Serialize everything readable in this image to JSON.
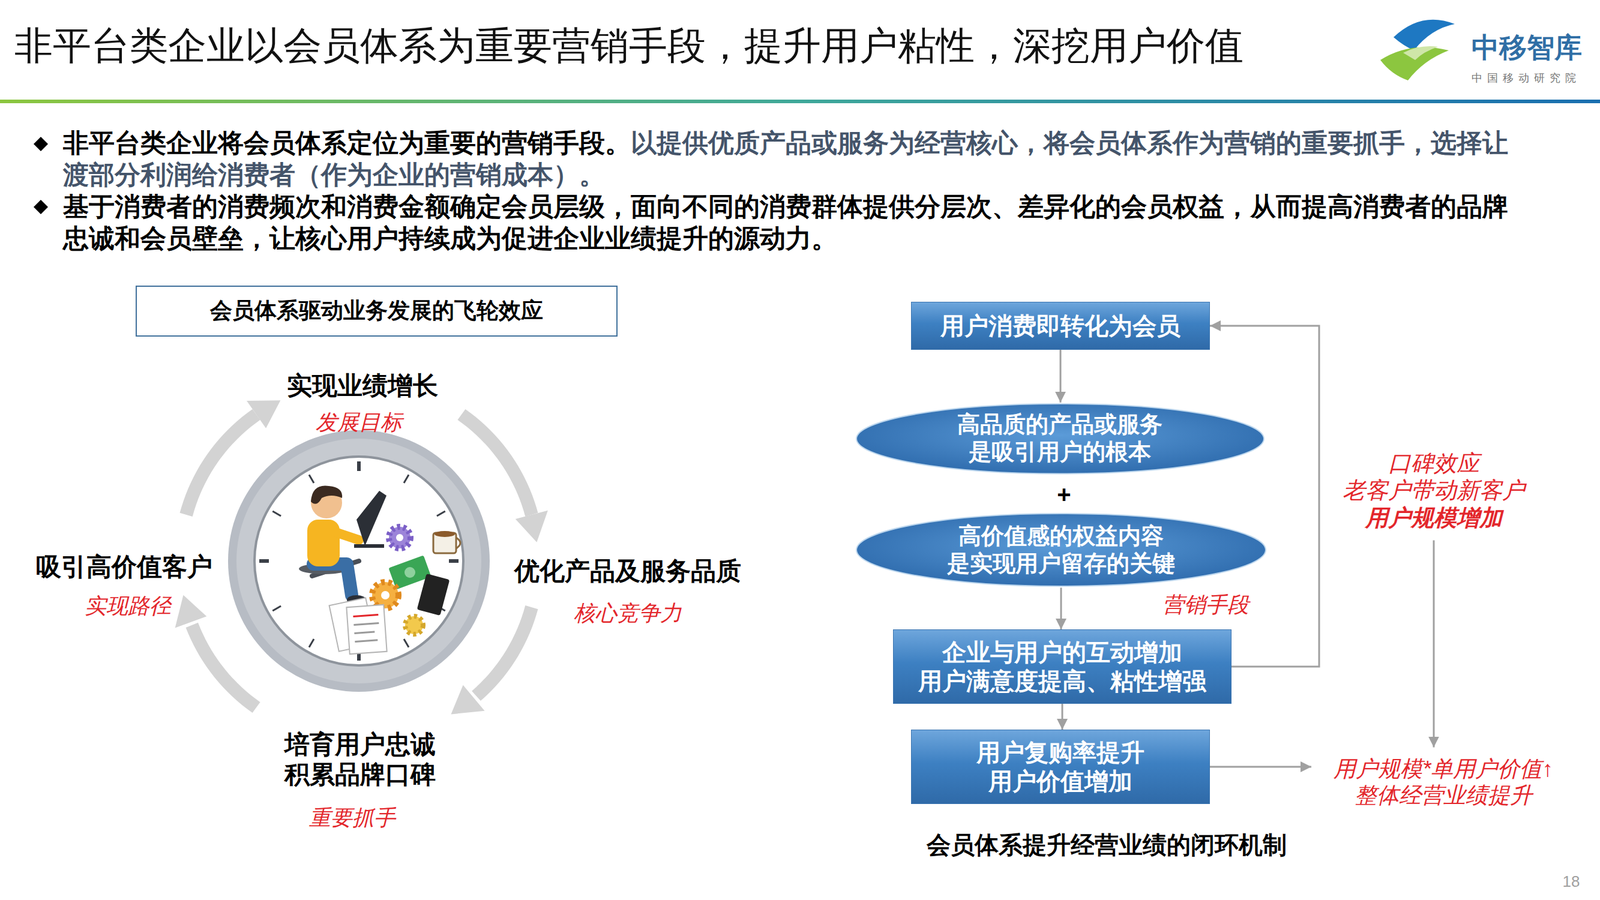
{
  "diagram": {
    "title": "非平台类企业以会员体系为重要营销手段，提升用户粘性，深挖用户价值",
    "caption": "会员体系提升经营业绩的闭环机制",
    "nodes": [
      {
        "text": [
          "会员体系驱动业务发展的飞轮效应"
        ]
      },
      {
        "text": [
          "用户消费即转化为会员"
        ]
      },
      {
        "text": [
          "高品质的产品或服务 是吸引用户的根本"
        ]
      },
      {
        "text": [
          "高价值感的权益内容 是实现用户留存的关键"
        ]
      },
      {
        "text": [
          "企业与用户的互动增加 用户满意度提高、粘性增强"
        ]
      },
      {
        "text": [
          "用户复购率提升 用户价值增加"
        ]
      },
      {
        "text": [
          "口碑效应 老客户带动新客户",
          "用户规模增加"
        ]
      },
      {
        "text": [
          "用户规模*单用户价值↑ 整体经营业绩提升"
        ]
      }
    ],
    "edges": [
      {
        "from": 1,
        "to": 2,
        "arrow": "to"
      },
      {
        "from": 3,
        "to": 4,
        "arrow": "to"
      },
      {
        "from": 4,
        "to": 5,
        "arrow": "to"
      },
      {
        "from": 4,
        "to": 1,
        "arrow": "to"
      },
      {
        "from": 5,
        "to": 7,
        "arrow": "to"
      },
      {
        "from": 6,
        "to": 7,
        "arrow": "to"
      }
    ],
    "labels": [
      "中移智库",
      "中国移动研究院",
      "非平台类企业将会员体系定位为重要的营销手段。",
      "以提供优质产品或服务为经营核心，将会员体系作为营销的重要抓手，选择让渡部分利润给消费者（作为企业的营销成本）。",
      "基于消费者的消费频次和消费金额确定会员层级，面向不同的消费群体提供分层次、差异化的会员权益，从而提高消费者的品牌忠诚和会员壁垒，让核心用户持续成为促进企业业绩提升的源动力。",
      "实现业绩增长",
      "发展目标",
      "优化产品及服务品质",
      "核心竞争力",
      "培育用户忠诚 积累品牌口碑",
      "重要抓手",
      "吸引高价值客户",
      "实现路径",
      "+",
      "营销手段",
      "18"
    ]
  }
}
